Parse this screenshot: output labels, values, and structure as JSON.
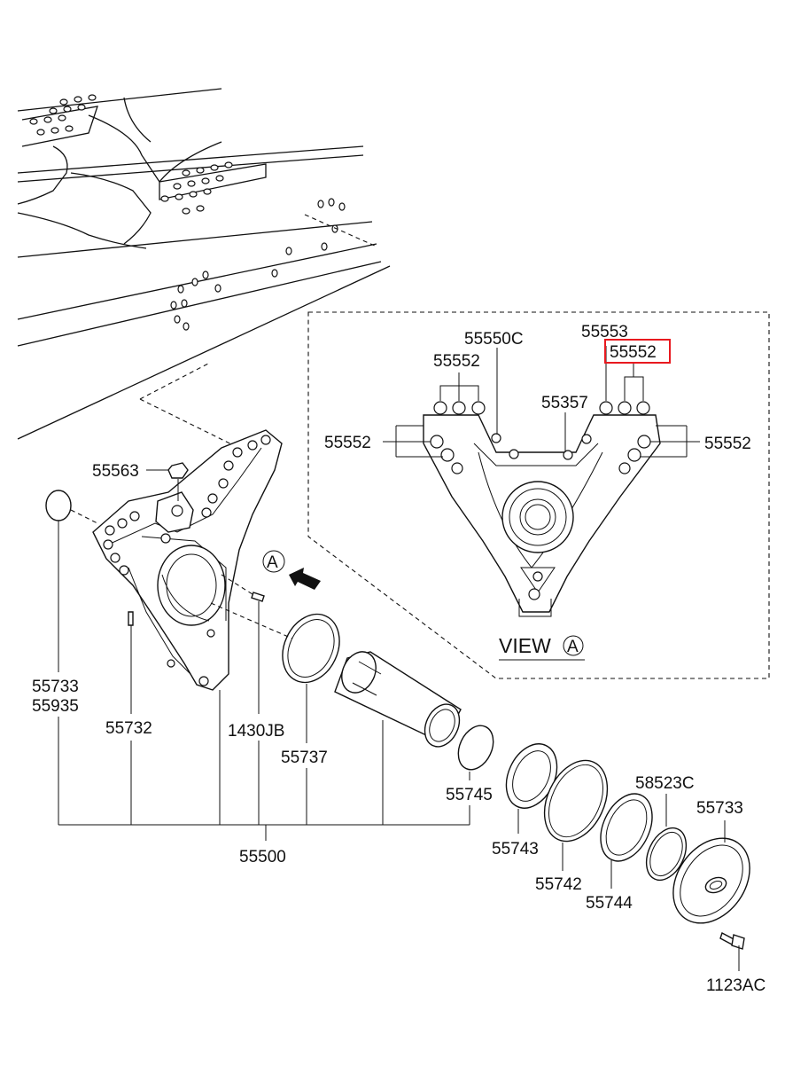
{
  "view": {
    "title": "VIEW",
    "marker": "A"
  },
  "callout_marker": "A",
  "labels": {
    "p55550C": "55550C",
    "p55553": "55553",
    "p55552_highlight": "55552",
    "p55552_top_left": "55552",
    "p55357": "55357",
    "p55552_left": "55552",
    "p55552_right": "55552",
    "p55563": "55563",
    "p55733_a": "55733",
    "p55935": "55935",
    "p55732": "55732",
    "p1430JB": "1430JB",
    "p55737": "55737",
    "p55745": "55745",
    "p55500": "55500",
    "p55743": "55743",
    "p55742": "55742",
    "p58523C": "58523C",
    "p55744": "55744",
    "p55733_b": "55733",
    "p1123AC": "1123AC"
  },
  "colors": {
    "highlight": "#e8191f",
    "line": "#111111"
  }
}
